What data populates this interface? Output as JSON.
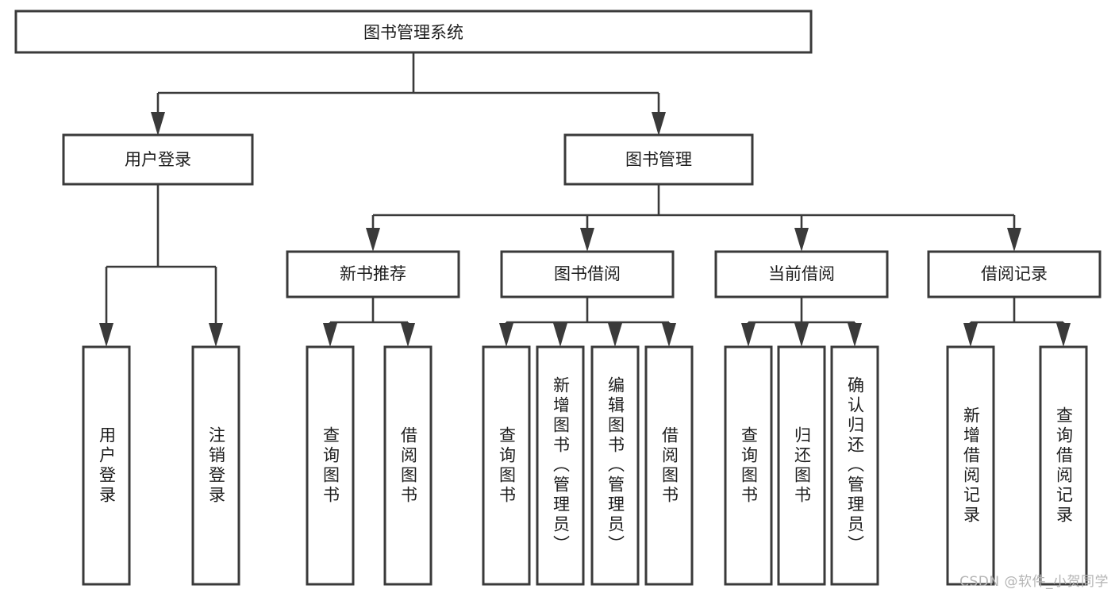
{
  "diagram": {
    "type": "tree-hierarchy",
    "title": "图书管理系统",
    "watermark": "CSDN @软件_小贺同学",
    "colors": {
      "box_stroke": "#3a3a3a",
      "box_fill": "#ffffff",
      "text": "#1d1d1d",
      "background": "#ffffff",
      "watermark": "#b4b4b4"
    },
    "root": {
      "label": "图书管理系统"
    },
    "level2": [
      {
        "label": "用户登录"
      },
      {
        "label": "图书管理"
      }
    ],
    "level3": [
      {
        "label": "新书推荐"
      },
      {
        "label": "图书借阅"
      },
      {
        "label": "当前借阅"
      },
      {
        "label": "借阅记录"
      }
    ],
    "leaves": {
      "user_login": [
        {
          "label": "用户登录"
        },
        {
          "label": "注销登录"
        }
      ],
      "new_book": [
        {
          "label": "查询图书"
        },
        {
          "label": "借阅图书"
        }
      ],
      "book_borrow": [
        {
          "label": "查询图书"
        },
        {
          "label": "新增图书（管理员）"
        },
        {
          "label": "编辑图书（管理员）"
        },
        {
          "label": "借阅图书"
        }
      ],
      "current_borrow": [
        {
          "label": "查询图书"
        },
        {
          "label": "归还图书"
        },
        {
          "label": "确认归还（管理员）"
        }
      ],
      "borrow_record": [
        {
          "label": "新增借阅记录"
        },
        {
          "label": "查询借阅记录"
        }
      ]
    }
  }
}
